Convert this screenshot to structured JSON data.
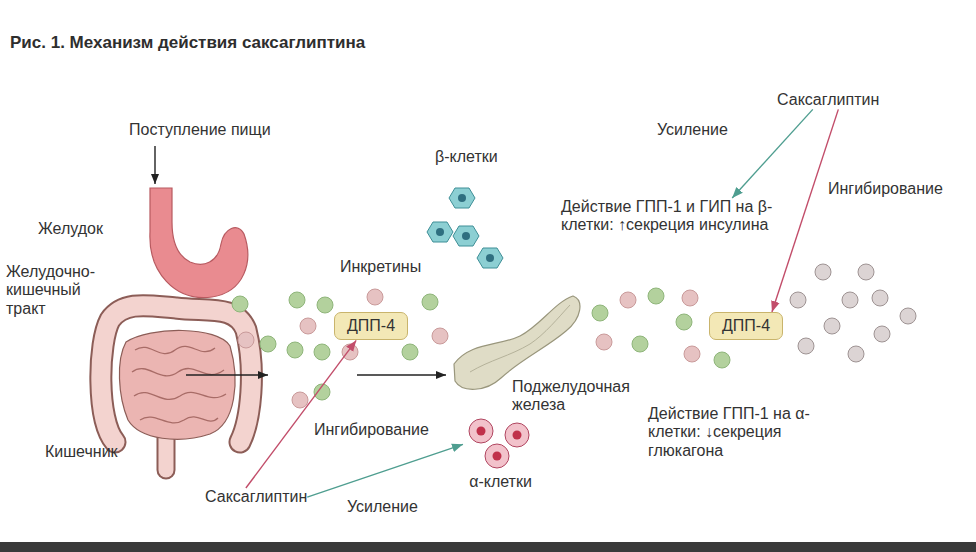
{
  "diagram": {
    "title": "Рис. 1. Механизм действия саксаглиптина",
    "nodes": [
      {
        "text": [
          "Саксаглиптин"
        ]
      },
      {
        "text": [
          "Действие ГПП-1 и ГИП на β-клетки: ↑секреция инсулина"
        ]
      },
      {
        "text": [
          "ДПП-4"
        ]
      },
      {
        "text": [
          "ДПП-4"
        ]
      },
      {
        "text": [
          "α-клетки"
        ]
      },
      {
        "text": [
          "Саксаглиптин"
        ]
      }
    ],
    "edges": [
      {
        "from": 0,
        "to": 1,
        "label": "Усиление",
        "arrow": "to"
      },
      {
        "from": 0,
        "to": 3,
        "label": "Ингибирование",
        "arrow": "to"
      },
      {
        "from": 5,
        "to": 2,
        "label": "Ингибирование",
        "arrow": "to"
      },
      {
        "from": 5,
        "to": 4,
        "label": "Усиление",
        "arrow": "to"
      }
    ],
    "labels": [
      "Поступление пищи",
      "Желудок",
      "Желудочно-кишечный тракт",
      "β-клетки",
      "Инкретины",
      "Поджелудочная железа",
      "Действие ГПП-1 на α-клетки: ↓секреция глюкагона",
      "Кишечник"
    ]
  }
}
